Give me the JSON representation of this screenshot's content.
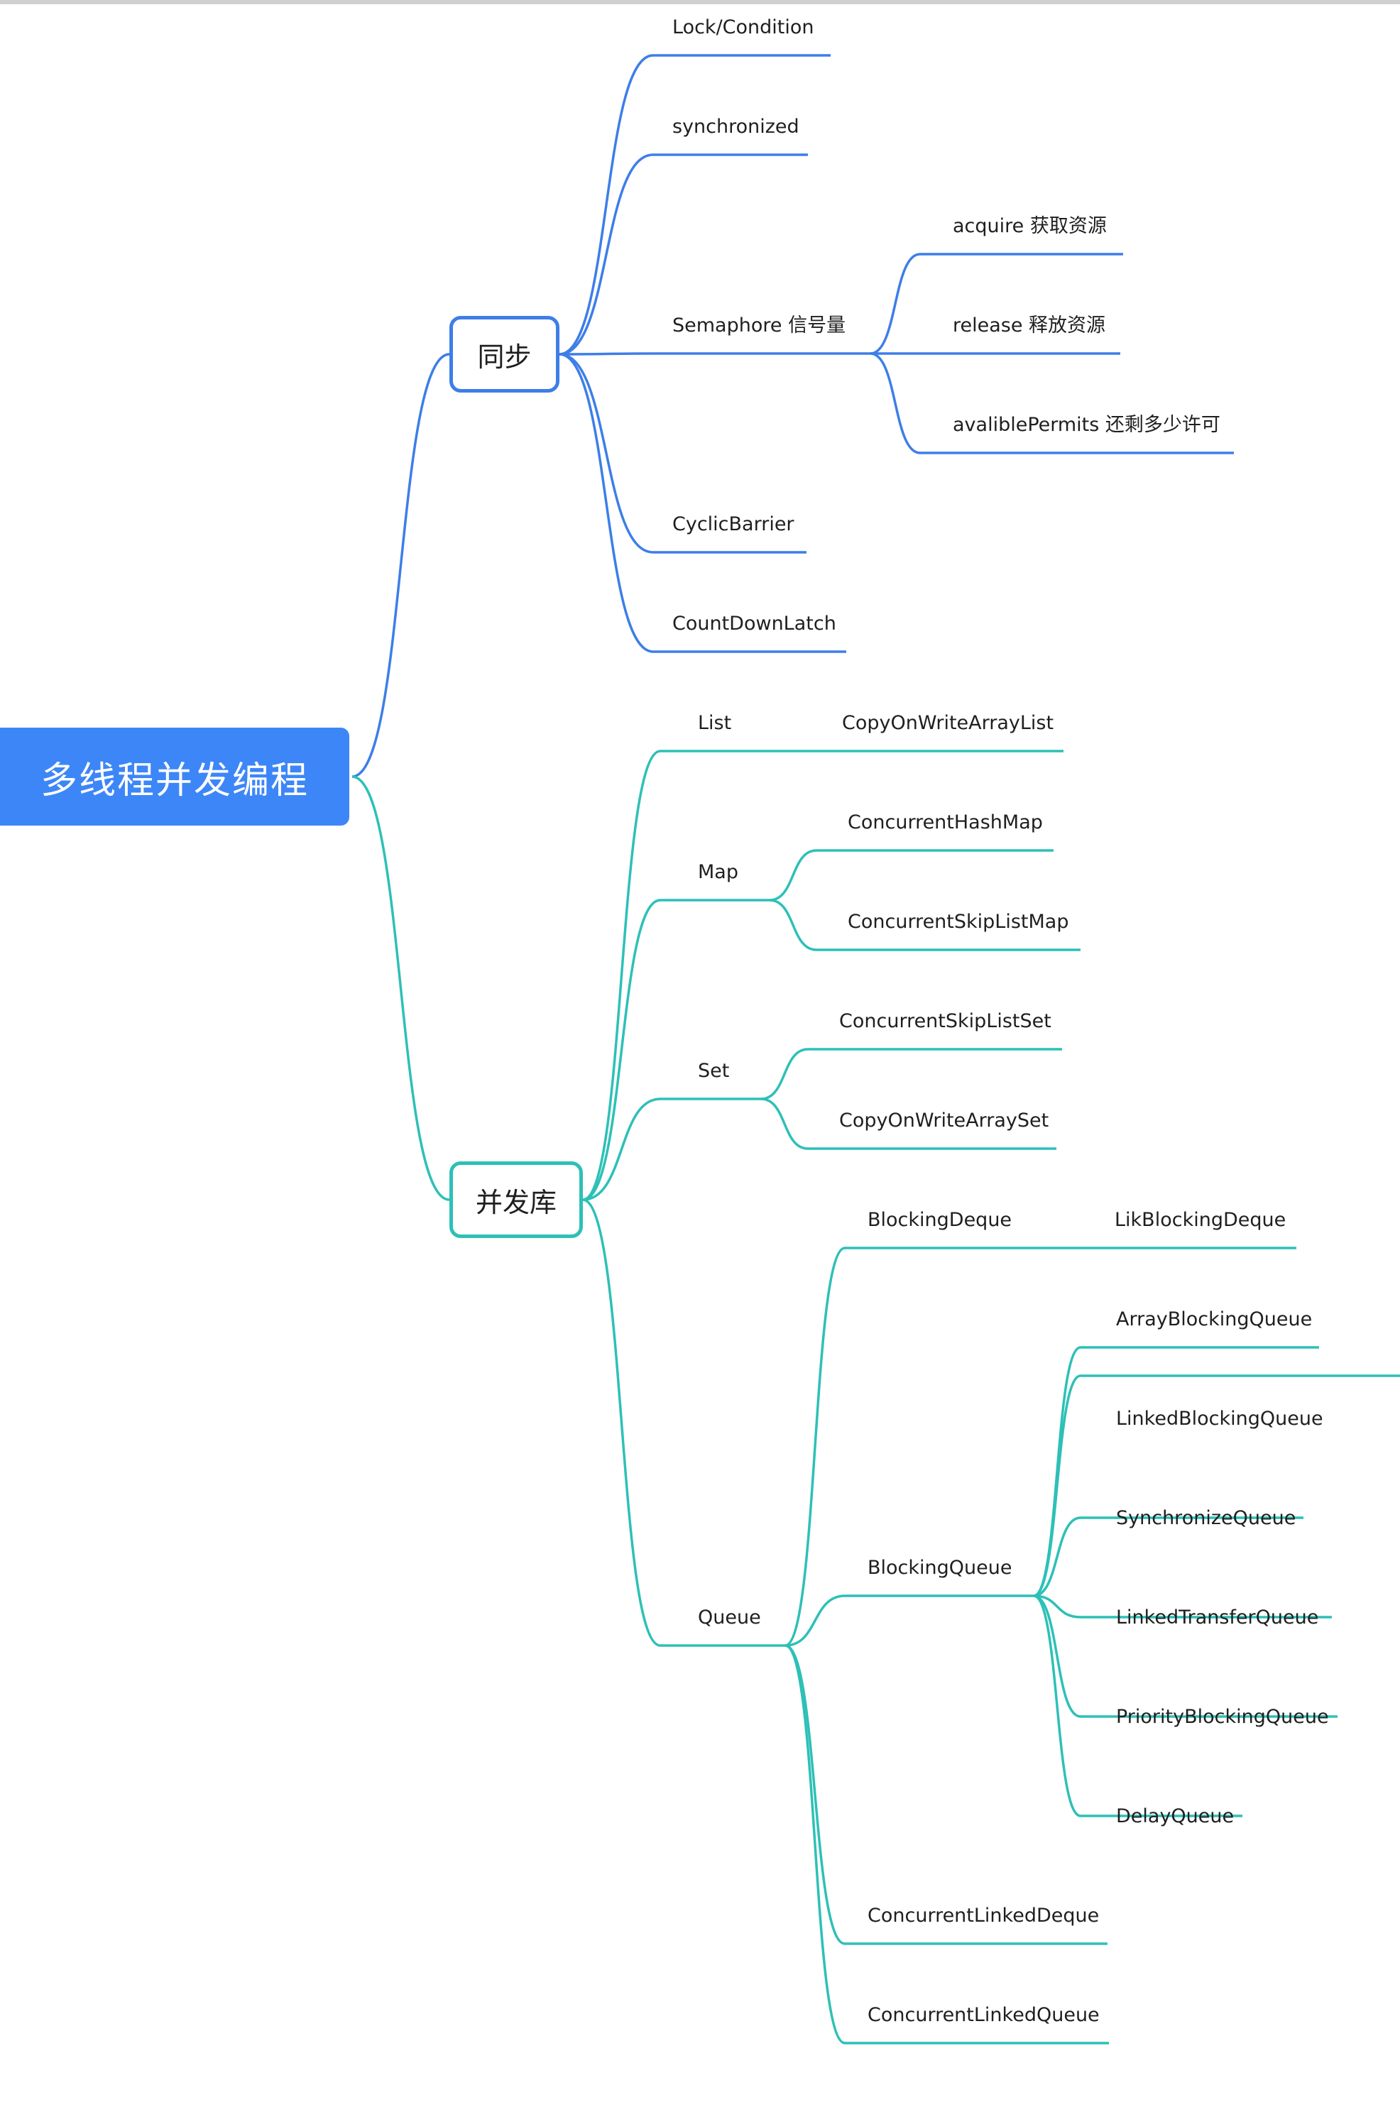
{
  "root": {
    "label": "多线程并发编程"
  },
  "branches": [
    {
      "label": "同步",
      "color": "#3d7ee8",
      "children": [
        {
          "label": "Lock/Condition"
        },
        {
          "label": "synchronized"
        },
        {
          "label": "Semaphore 信号量",
          "children": [
            {
              "label": "acquire 获取资源"
            },
            {
              "label": "release 释放资源"
            },
            {
              "label": "avaliblePermits 还剩多少许可"
            }
          ]
        },
        {
          "label": "CyclicBarrier"
        },
        {
          "label": "CountDownLatch"
        }
      ]
    },
    {
      "label": "并发库",
      "color": "#2dc0b7",
      "children": [
        {
          "label": "List",
          "children": [
            {
              "label": "CopyOnWriteArrayList"
            }
          ]
        },
        {
          "label": "Map",
          "children": [
            {
              "label": "ConcurrentHashMap"
            },
            {
              "label": "ConcurrentSkipListMap"
            }
          ]
        },
        {
          "label": "Set",
          "children": [
            {
              "label": "ConcurrentSkipListSet"
            },
            {
              "label": "CopyOnWriteArraySet"
            }
          ]
        },
        {
          "label": "Queue",
          "children": [
            {
              "label": "BlockingDeque",
              "children": [
                {
                  "label": "LikBlockingDeque"
                }
              ]
            },
            {
              "label": "BlockingQueue",
              "children": [
                {
                  "label": "ArrayBlockingQueue"
                },
                {
                  "label": "LinkedBlockingQueue"
                },
                {
                  "label": "SynchronizeQueue"
                },
                {
                  "label": "LinkedTransferQueue"
                },
                {
                  "label": "PriorityBlockingQueue"
                },
                {
                  "label": "DelayQueue"
                }
              ]
            },
            {
              "label": "ConcurrentLinkedDeque"
            },
            {
              "label": "ConcurrentLinkedQueue"
            }
          ]
        }
      ]
    }
  ]
}
